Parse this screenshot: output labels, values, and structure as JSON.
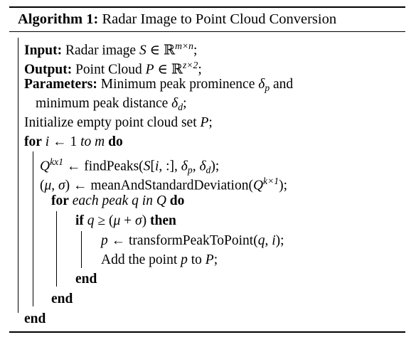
{
  "algorithm": {
    "label": "Algorithm 1:",
    "title": "Radar Image to Point Cloud Conversion"
  },
  "lines": {
    "input_kw": "Input:",
    "input_text": "Radar image",
    "input_var": "S",
    "input_rel": " ∈ ℝ",
    "input_exp": "m×n",
    "input_end": ";",
    "output_kw": "Output:",
    "output_text": "Point Cloud",
    "output_var": "P",
    "output_rel": " ∈ ℝ",
    "output_exp": "z×2",
    "output_end": ";",
    "params_kw": "Parameters:",
    "params_text1": "Minimum peak prominence",
    "params_delta1": "δ",
    "params_sub1": "p",
    "params_and": "and",
    "params_text2": "minimum peak distance",
    "params_delta2": "δ",
    "params_sub2": "d",
    "params_end": ";",
    "init_text": "Initialize empty point cloud set",
    "init_var": "P",
    "init_end": ";",
    "for1_kw": "for",
    "for1_var": "i",
    "for1_arrow": " ← 1 ",
    "for1_to": "to",
    "for1_m": "m",
    "for1_do": "do",
    "q_var": "Q",
    "q_sup": "kx1",
    "q_rest": " ← findPeaks(",
    "q_s": "S",
    "q_idx_open": "[",
    "q_idx_i": "i",
    "q_idx_rest": ", :], ",
    "q_d1": "δ",
    "q_d1s": "p",
    "q_comma": ", ",
    "q_d2": "δ",
    "q_d2s": "d",
    "q_end": ");",
    "ms_open": "(",
    "ms_mu": "μ",
    "ms_comma": ", ",
    "ms_sigma": "σ",
    "ms_mid": ") ← meanAndStandardDeviation(",
    "ms_q": "Q",
    "ms_sup": "k×1",
    "ms_end": ");",
    "for2_kw": "for",
    "for2_each": "each peak",
    "for2_q": "q",
    "for2_in": "in",
    "for2_Q": "Q",
    "for2_do": "do",
    "if_kw": "if",
    "if_q": "q",
    "if_rel": " ≥ (",
    "if_mu": "μ",
    "if_plus": " + ",
    "if_sigma": "σ",
    "if_close": ")",
    "if_then": "then",
    "p_var": "p",
    "p_rest": " ← transformPeakToPoint(",
    "p_q": "q",
    "p_comma": ", ",
    "p_i": "i",
    "p_end": ");",
    "add_text": "Add the point",
    "add_p": "p",
    "add_to": "to",
    "add_P": "P",
    "add_end": ";",
    "end3": "end",
    "end2": "end",
    "end1": "end"
  }
}
